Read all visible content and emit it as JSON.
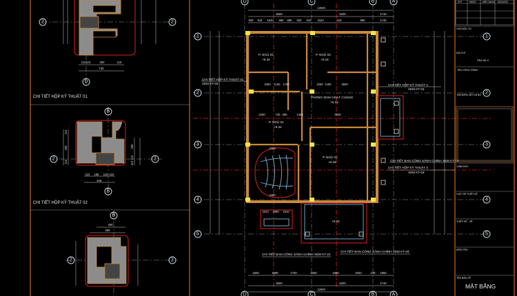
{
  "left_panel": {
    "detail_01_title": "CHI TIẾT HỘP KỸ THUẬT 01",
    "detail_02_title": "CHI TIẾT HỘP KỸ THUẬT 02",
    "detail_00": {
      "axis_row": "2",
      "axis_col": "D",
      "dim_total": "730",
      "dims": [
        "110",
        "110",
        "400",
        "110"
      ]
    },
    "detail_02": {
      "axis_row": "2",
      "axis_col": "B",
      "dim_total": "516",
      "dims": [
        "110",
        "185",
        "110",
        "110"
      ],
      "left_dims": [
        "115",
        "400",
        "110"
      ],
      "right_dims": [
        "250",
        "110",
        "110"
      ]
    },
    "detail_03": {
      "axis_row": "2",
      "axis_col": "B",
      "dims": [
        "400",
        "480"
      ]
    }
  },
  "plan": {
    "rows": [
      "1",
      "2",
      "3",
      "4",
      "5"
    ],
    "cols": [
      "D",
      "C",
      "B",
      "A"
    ],
    "rooms": [
      {
        "name": "P. NGỦ 04",
        "level": "+6.34"
      },
      {
        "name": "P. NGỦ 03",
        "level": "+6.34"
      },
      {
        "name": "PHÒNG SINH HOẠT CHUNG",
        "level": "+6.34"
      },
      {
        "name": "P. NGỦ 01",
        "level": "+6.34"
      },
      {
        "name": "P. NGỦ 02",
        "level": "+6.34"
      }
    ],
    "porch_level": "+6.34",
    "notes": {
      "hkt01": "CHI TIẾT HỘP KỸ THUẬT 01",
      "hkt01_ref": "XEM KT-03",
      "hkt02": "CHI TIẾT HỘP KỸ THUẬT 2",
      "hkt02_ref": "XEM KT-03",
      "bancong_right": "CHI TIẾT BAN CÔNG SẢNH CHÍNH XEM KT-28",
      "hkt03": "CHI TIẾT HỘP KỸ THUẬT 3",
      "hkt03_ref": "XEM KT-03",
      "bancong_bl": "CHI TIẾT BAN CÔNG SẢNH CHÍNH XEM KT-22",
      "bancong_br": "CHI TIẾT BAN CÔNG SẢNH CHÍNH XEM KT-29"
    },
    "top_dims": {
      "total": "12540",
      "mid": [
        "5500",
        "5200",
        "1740"
      ],
      "segments": [
        "920",
        "910",
        "1520",
        "880",
        "880",
        "920",
        "910",
        "1520",
        "910",
        "880",
        "1740"
      ]
    },
    "bottom_dims": {
      "total": "12540",
      "mid": [
        "5500",
        "5200",
        "1740"
      ],
      "segments": [
        "1600",
        "1990",
        "1750",
        "1600",
        "1990",
        "2020",
        "130",
        "1850"
      ]
    },
    "inner_dims": [
      "2250",
      "1150",
      "1760",
      "2250",
      "1150",
      "3500",
      "2250",
      "720",
      "660",
      "1450",
      "3500",
      "3480",
      "3480",
      "1510",
      "1990",
      "1510"
    ]
  },
  "title_block": {
    "header": [
      "STT",
      "NGÀY",
      "NỘI DUNG",
      "SỬA ĐỔI"
    ],
    "fields": [
      "CHỦ ĐẦU TƯ",
      "ĐỊA CHỈ",
      "ÔNG BÀ X",
      "TÊN CÔNG TRÌNH",
      "ĐỊA ĐIỂM XÂY DỰNG",
      "GIÁM ĐỐC",
      "CHỦ TRÌ THIẾT KẾ",
      "THIẾT KẾ - VẼ",
      "KIỂM TRA",
      "TÊN BẢN VẼ"
    ],
    "drawing_title": "MẶT BẰNG"
  },
  "colors": {
    "background": "#000000",
    "wall": "#c98a3c",
    "axis": "#e02020",
    "column": "#f4e24a",
    "frame": "#c06a20",
    "railing": "#7fb6d8"
  }
}
